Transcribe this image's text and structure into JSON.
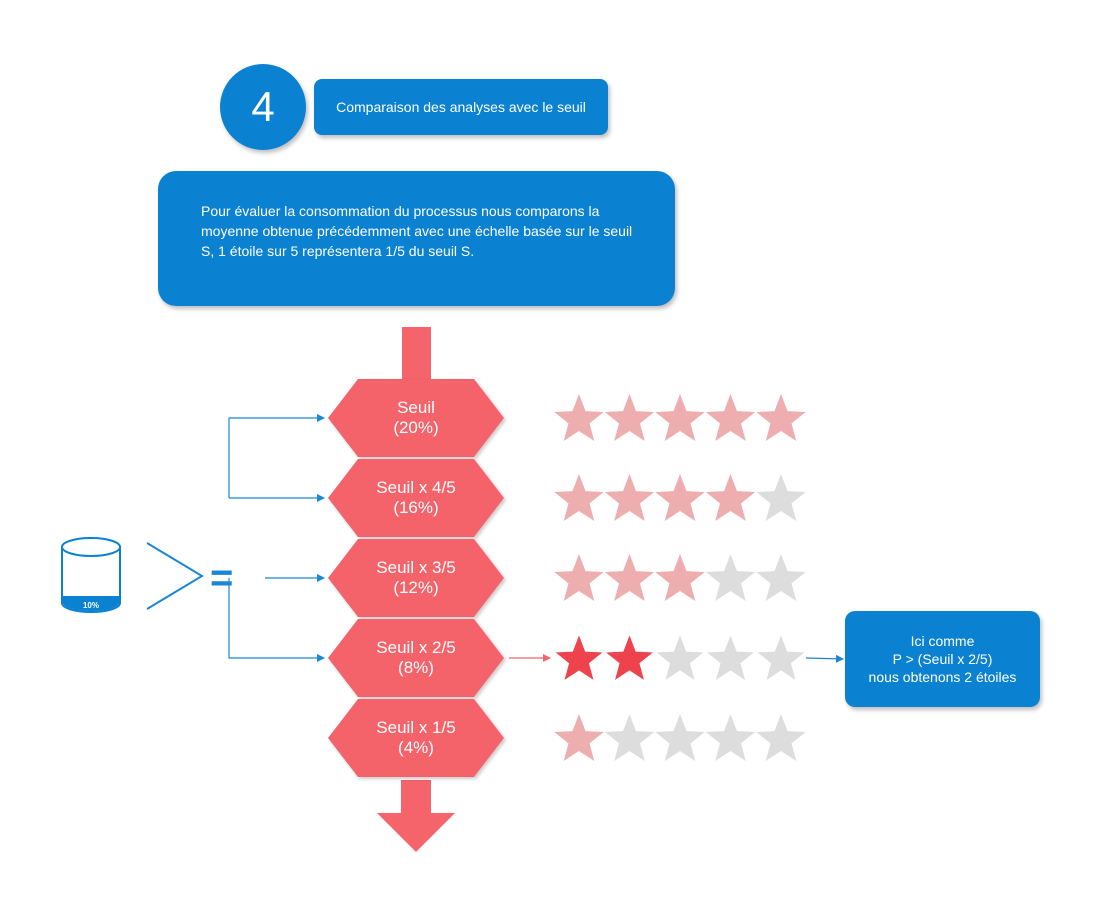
{
  "step": {
    "number": "4",
    "title": "Comparaison des analyses avec le seuil"
  },
  "description": "Pour évaluer la consommation du processus nous comparons la moyenne obtenue précédemment  avec une échelle basée sur le seuil S, 1 étoile sur 5 représentera 1/5 du seuil S.",
  "database": {
    "label": "10%"
  },
  "comparator": {
    "symbol": "="
  },
  "levels": [
    {
      "label": "Seuil",
      "percent": "(20%)",
      "stars_filled": 5,
      "highlighted": false
    },
    {
      "label": "Seuil x 4/5",
      "percent": "(16%)",
      "stars_filled": 4,
      "highlighted": false
    },
    {
      "label": "Seuil x 3/5",
      "percent": "(12%)",
      "stars_filled": 3,
      "highlighted": false
    },
    {
      "label": "Seuil x 2/5",
      "percent": "(8%)",
      "stars_filled": 2,
      "highlighted": true
    },
    {
      "label": "Seuil x 1/5",
      "percent": "(4%)",
      "stars_filled": 1,
      "highlighted": false
    }
  ],
  "stars_total": 5,
  "info": {
    "line1": "Ici comme",
    "line2": "P > (Seuil x 2/5)",
    "line3": "nous obtenons 2 étoiles"
  },
  "colors": {
    "blue": "#0a82d1",
    "red": "#f4646a",
    "star_faded": "#eeadae",
    "star_strong": "#ee434d",
    "star_empty": "#dddddd",
    "connector": "#1b86d3"
  }
}
